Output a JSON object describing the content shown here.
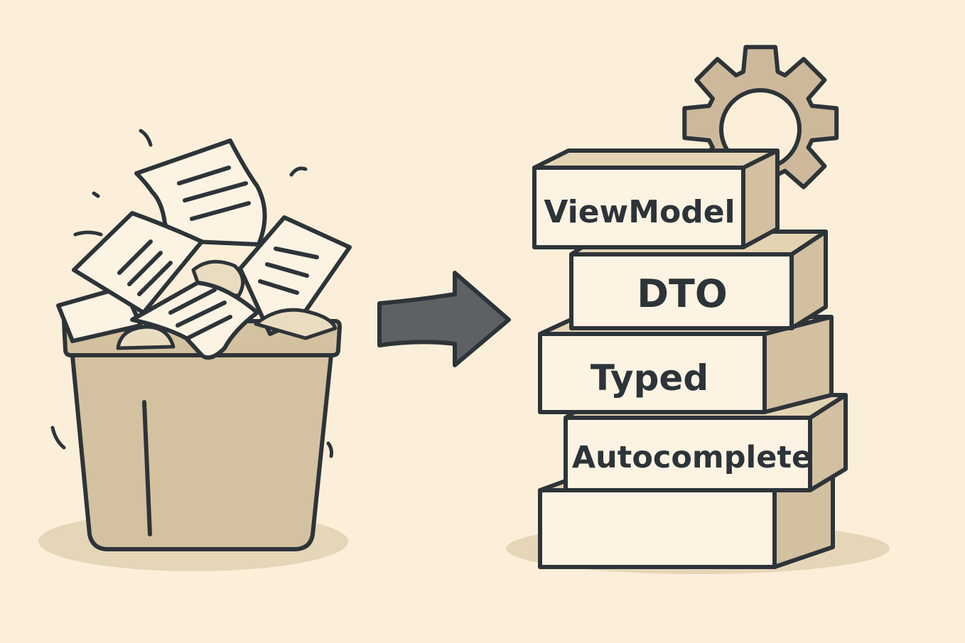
{
  "colors": {
    "background": "#fbefd9",
    "outline": "#2d3439",
    "paper": "#fcf3e3",
    "basket_fill": "#d4c19f",
    "box_side": "#d2c0a0",
    "gear": "#cdb99a",
    "arrow": "#5d6164",
    "shadow": "#e6d6b8"
  },
  "diagram": {
    "left": {
      "name": "trash-basket-icon"
    },
    "arrow": {
      "name": "right-arrow-icon"
    },
    "right": {
      "name": "block-stack",
      "gear": "gear-icon",
      "blocks": [
        {
          "label": "ViewModel"
        },
        {
          "label": "DTO"
        },
        {
          "label": "Typed"
        },
        {
          "label": "Autocomplete"
        },
        {
          "label": ""
        }
      ]
    }
  }
}
